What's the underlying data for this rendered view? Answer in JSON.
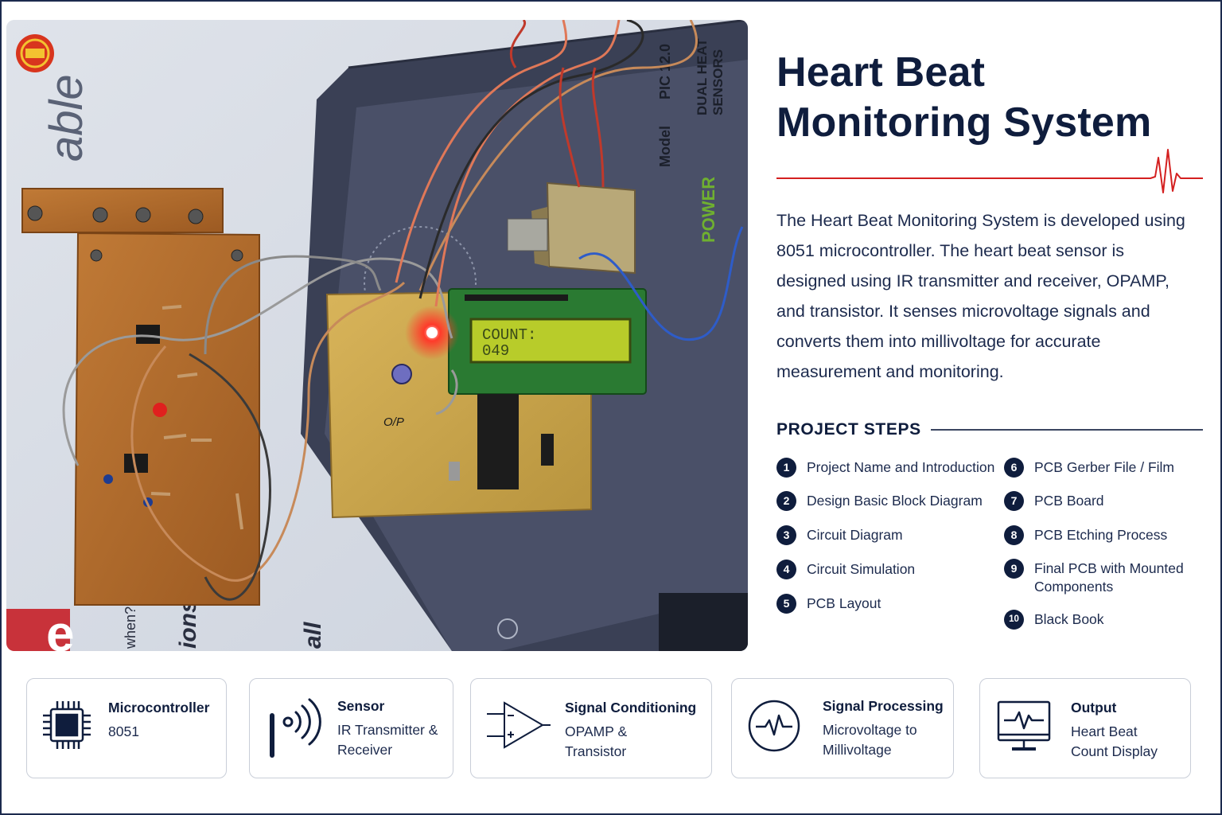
{
  "title": {
    "line1": "Heart Beat",
    "line2": "Monitoring System"
  },
  "description": "The Heart Beat Monitoring System is developed using 8051 microcontroller. The heart beat sensor is designed using IR transmitter and receiver, OPAMP, and transistor. It senses microvoltage signals and converts them into millivoltage for accurate measurement and monitoring.",
  "photo": {
    "lcd_line1": "COUNT:",
    "lcd_line2": "049",
    "label_model": "Model",
    "label_pic": "PIC 12.0",
    "label_sensors_1": "DUAL HEAT",
    "label_sensors_2": "SENSORS",
    "label_power": "POWER",
    "label_table": "able",
    "label_op": "O/P",
    "label_when": "when?",
    "label_ions": "ions",
    "label_all": "all",
    "label_e": "e"
  },
  "steps": {
    "heading": "PROJECT STEPS",
    "items": [
      {
        "num": "1",
        "label": "Project Name and Introduction"
      },
      {
        "num": "2",
        "label": "Design Basic Block Diagram"
      },
      {
        "num": "3",
        "label": "Circuit Diagram"
      },
      {
        "num": "4",
        "label": "Circuit Simulation"
      },
      {
        "num": "5",
        "label": "PCB Layout"
      },
      {
        "num": "6",
        "label": "PCB Gerber File / Film"
      },
      {
        "num": "7",
        "label": "PCB Board"
      },
      {
        "num": "8",
        "label": "PCB Etching Process"
      },
      {
        "num": "9",
        "label": "Final PCB with Mounted Components"
      },
      {
        "num": "10",
        "label": "Black Book"
      }
    ]
  },
  "cards": [
    {
      "title": "Microcontroller",
      "desc1": "8051",
      "desc2": "",
      "icon": "chip-icon"
    },
    {
      "title": "Sensor",
      "desc1": "IR Transmitter &",
      "desc2": "Receiver",
      "icon": "ir-signal-icon"
    },
    {
      "title": "Signal Conditioning",
      "desc1": "OPAMP &",
      "desc2": "Transistor",
      "icon": "opamp-icon"
    },
    {
      "title": "Signal Processing",
      "desc1": "Microvoltage to",
      "desc2": "Millivoltage",
      "icon": "waveform-circle-icon"
    },
    {
      "title": "Output",
      "desc1": "Heart Beat",
      "desc2": "Count Display",
      "icon": "monitor-ecg-icon"
    }
  ],
  "colors": {
    "navy": "#0f1d3d",
    "accent_red": "#d42020",
    "lcd_green": "#b8cc2a",
    "pcb_brown": "#b86a2a"
  }
}
